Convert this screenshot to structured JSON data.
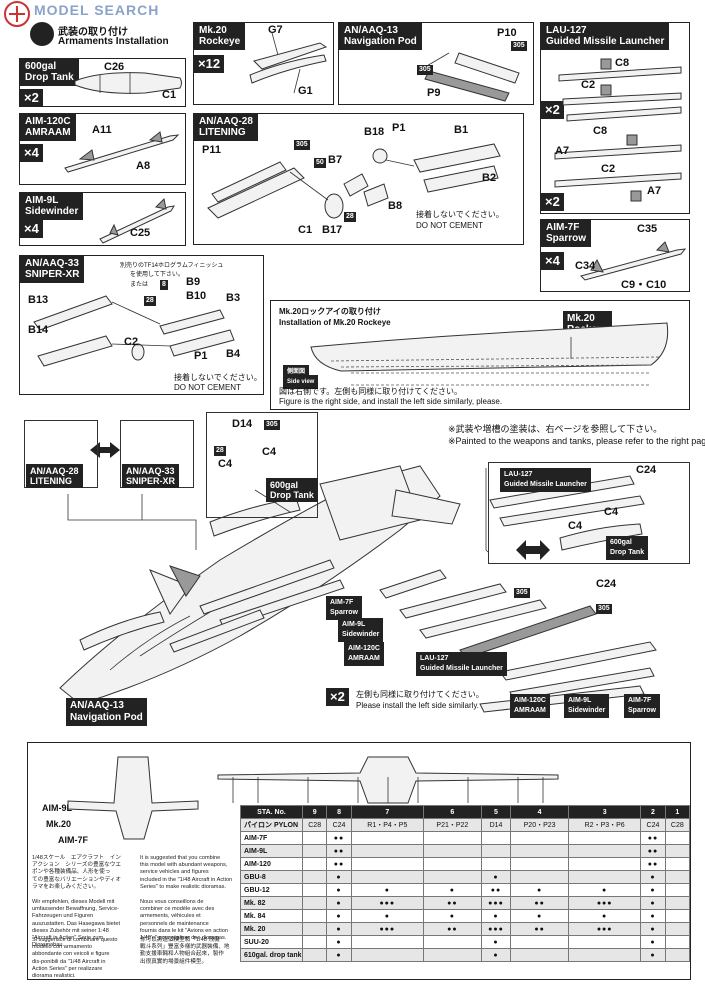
{
  "watermark": "MODEL SEARCH",
  "sections": {
    "armaments": {
      "header_jp": "武装の取り付け",
      "header_en": "Armaments Installation"
    },
    "drop_tank": {
      "label": "600gal\nDrop Tank",
      "mult": "×2",
      "parts": [
        "C26",
        "C1"
      ]
    },
    "amraam": {
      "label": "AIM-120C\nAMRAAM",
      "mult": "×4",
      "parts": [
        "A11",
        "A8"
      ]
    },
    "sidewinder": {
      "label": "AIM-9L\nSidewinder",
      "mult": "×4",
      "parts": [
        "C25"
      ]
    },
    "rockeye": {
      "label": "Mk.20\nRockeye",
      "mult": "×12",
      "parts": [
        "G7",
        "G1"
      ]
    },
    "navpod": {
      "label": "AN/AAQ-13\nNavigation Pod",
      "parts": [
        "P10",
        "305",
        "P9",
        "305"
      ]
    },
    "lau127": {
      "label": "LAU-127\nGuided Missile Launcher",
      "mult1": "×2",
      "mult2": "×2",
      "parts": [
        "C8",
        "C2",
        "C8",
        "A7",
        "C2",
        "A7"
      ]
    },
    "litening": {
      "label": "AN/AAQ-28\nLITENING",
      "parts": [
        "P11",
        "305",
        "50",
        "B18",
        "P1",
        "B1",
        "B7",
        "28",
        "C1",
        "B17",
        "B8",
        "B2"
      ],
      "note_jp": "接着しないでください。",
      "note_en": "DO NOT CEMENT"
    },
    "sparrow": {
      "label": "AIM-7F\nSparrow",
      "mult": "×4",
      "parts": [
        "C35",
        "C34",
        "C9・C10"
      ]
    },
    "sniper": {
      "label": "AN/AAQ-33\nSNIPER-XR",
      "parts": [
        "B13",
        "B14",
        "C2",
        "B9",
        "B10",
        "B3",
        "P1",
        "B4",
        "8",
        "28"
      ],
      "note_top_jp": "別売りのTF14ホログラムフィニッシュ",
      "note_top_jp2": "を使用して下さい。",
      "note_or": "または",
      "note_jp": "接着しないでください。",
      "note_en": "DO NOT CEMENT"
    },
    "rockeye_inst": {
      "title_jp": "Mk.20ロックアイの取り付け",
      "title_en": "Installation of Mk.20 Rockeye",
      "tag": "Mk.20\nRockeye",
      "side_jp": "側面図",
      "side_en": "Side view",
      "note_jp": "図は右側です。左側も同様に取り付けてください。",
      "note_en": "Figure is the right side, and install the left side similarly, please."
    }
  },
  "main": {
    "paint_note_jp": "※武装や増槽の塗装は、右ページを参照して下さい。",
    "paint_note_en": "※Painted to the weapons and tanks, please refer to the right page.",
    "tags": {
      "litening": "AN/AAQ-28\nLITENING",
      "sniper": "AN/AAQ-33\nSNIPER-XR",
      "drop_tank": "600gal\nDrop Tank",
      "lau127": "LAU-127\nGuided Missile Launcher",
      "drop_tank2": "600gal\nDrop Tank",
      "sparrow": "AIM-7F\nSparrow",
      "sidewinder": "AIM-9L\nSidewinder",
      "amraam": "AIM-120C\nAMRAAM",
      "lau127b": "LAU-127\nGuided Missile Launcher",
      "amraam2": "AIM-120C\nAMRAAM",
      "sidewinder2": "AIM-9L\nSidewinder",
      "sparrow2": "AIM-7F\nSparrow",
      "navpod": "AN/AAQ-13\nNavigation Pod"
    },
    "parts": [
      "D14",
      "305",
      "28",
      "C4",
      "C4",
      "C24",
      "C4",
      "C4",
      "C24",
      "305",
      "305"
    ],
    "mult_bottom": "×2",
    "bottom_note_jp": "左側も同様に取り付けてください。",
    "bottom_note_en": "Please install the left side similarly."
  },
  "loadout": {
    "front_labels": [
      "AIM-9L",
      "Mk.20",
      "AIM-7F"
    ],
    "station_header": "STA. No.",
    "pylon_header": "パイロン PYLON",
    "stations": [
      "9",
      "8",
      "7",
      "6",
      "5",
      "4",
      "3",
      "2",
      "1"
    ],
    "pylons": [
      "C28",
      "C24",
      "R1・P4・P5",
      "P21・P22",
      "D14",
      "P20・P23",
      "R2・P3・P6",
      "C24",
      "C28"
    ],
    "rows": [
      {
        "name": "AIM-7F",
        "cells": [
          "",
          "●●",
          "",
          "",
          "",
          "",
          "",
          "●●",
          ""
        ]
      },
      {
        "name": "AIM-9L",
        "cells": [
          "",
          "●●",
          "",
          "",
          "",
          "",
          "",
          "●●",
          ""
        ]
      },
      {
        "name": "AIM-120",
        "cells": [
          "",
          "●●",
          "",
          "",
          "",
          "",
          "",
          "●●",
          ""
        ]
      },
      {
        "name": "GBU-8",
        "cells": [
          "",
          "●",
          "",
          "",
          "●",
          "",
          "",
          "●",
          ""
        ]
      },
      {
        "name": "GBU-12",
        "cells": [
          "",
          "●",
          "●",
          "●",
          "●●",
          "●",
          "●",
          "●",
          ""
        ]
      },
      {
        "name": "Mk. 82",
        "cells": [
          "",
          "●",
          "●●●",
          "●●",
          "●●●",
          "●●",
          "●●●",
          "●",
          ""
        ]
      },
      {
        "name": "Mk. 84",
        "cells": [
          "",
          "●",
          "●",
          "●",
          "●",
          "●",
          "●",
          "●",
          ""
        ]
      },
      {
        "name": "Mk. 20",
        "cells": [
          "",
          "●",
          "●●●",
          "●●",
          "●●●",
          "●●",
          "●●●",
          "●",
          ""
        ]
      },
      {
        "name": "SUU-20",
        "cells": [
          "",
          "●",
          "",
          "",
          "●",
          "",
          "",
          "●",
          ""
        ]
      },
      {
        "name": "610gal. drop tank",
        "cells": [
          "",
          "●",
          "",
          "",
          "●",
          "",
          "",
          "●",
          ""
        ]
      }
    ],
    "text_jp": [
      "1/48スケール　エアクラフト　イン",
      "アクション　シリーズの豊富なウエ",
      "ポンや各種装備品、人形を使っ",
      "ての豊富なバリエーションやディオ",
      "ラマをお楽しみください。"
    ],
    "text_en": [
      "It is suggested that you combine",
      "this model with abundant weapons,",
      "service vehicles and figures",
      "included in the \"1/48 Aircraft in Action",
      "Series\" to make realistic dioramas."
    ],
    "text_de": [
      "Wir empfehlen, dieses Modell mit",
      "umfassender Bewaffnung, Service-",
      "Fahrzeugen und Figuren",
      "auszustatten. Das Hasegawa bietet",
      "dieses Zubehör mit seiner 1:48",
      "\"Aircraft in Action\" Serie zum",
      "Dioramabau."
    ],
    "text_fr": [
      "Nous vous conseillons de",
      "combiner ce modèle avec des",
      "armements, véhicules et",
      "personnels de maintenance",
      "fournis dans le kit \"Avions en action",
      "1/48'e\" pour réaliser des dioramas."
    ],
    "text_it": [
      "Si suggerisce di combinare questo",
      "modello con armamento",
      "abbondante con veicoli e figure",
      "dis-ponibili da \"1/48 Aircraft in",
      "Action Series\" per realizzare",
      "diorama realistici."
    ],
    "text_cn": [
      "你可以將這個模型和「1/48 飛機",
      "戰斗系列」豐富多樣的武器裝備、地",
      "勤支援車輛和人物組合起來，製作",
      "出很真實的場景組件模型。"
    ]
  }
}
